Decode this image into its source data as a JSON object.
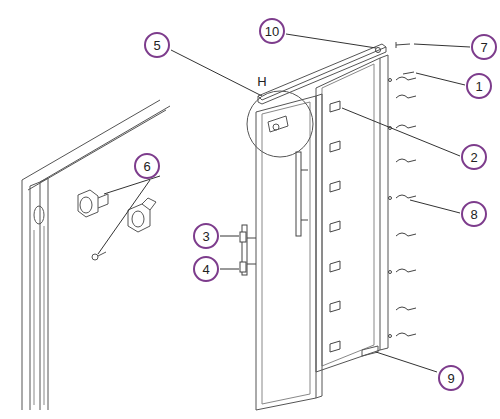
{
  "diagram": {
    "labels": [
      "10",
      "5",
      "7",
      "1",
      "H",
      "6",
      "2",
      "3",
      "4",
      "8",
      "9"
    ]
  }
}
